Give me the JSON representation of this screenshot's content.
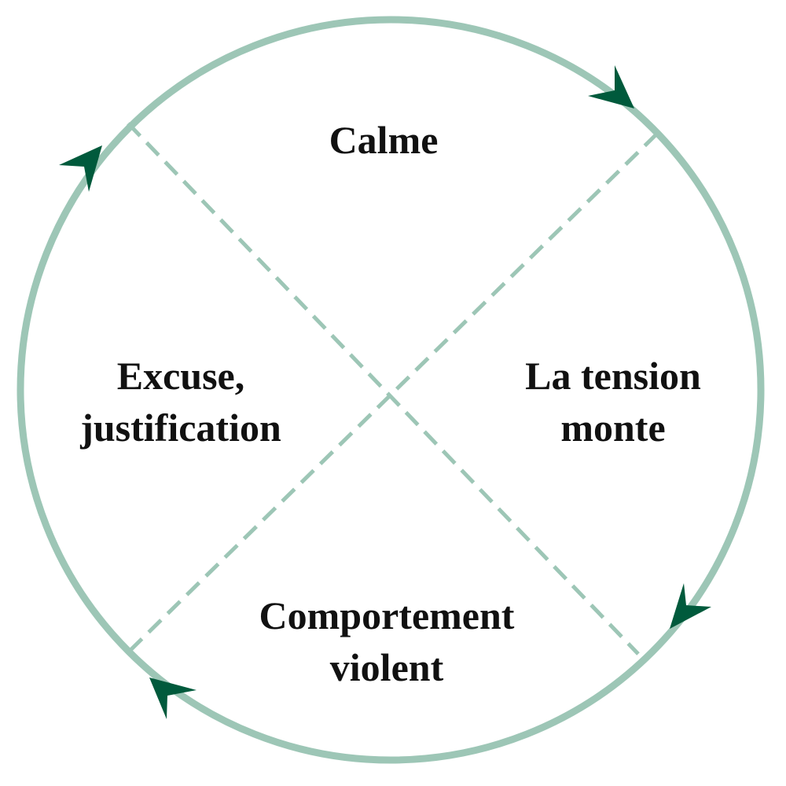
{
  "title": "Cycle de la violence",
  "phases": [
    {
      "label_lines": [
        "Calme"
      ]
    },
    {
      "label_lines": [
        "La tension",
        "monte"
      ]
    },
    {
      "label_lines": [
        "Comportement",
        "violent"
      ]
    },
    {
      "label_lines": [
        "Excuse,",
        "justification"
      ]
    }
  ],
  "colors": {
    "circle": "#9dc6b6",
    "arrow": "#005a3c",
    "divider": "#9dc6b6"
  }
}
